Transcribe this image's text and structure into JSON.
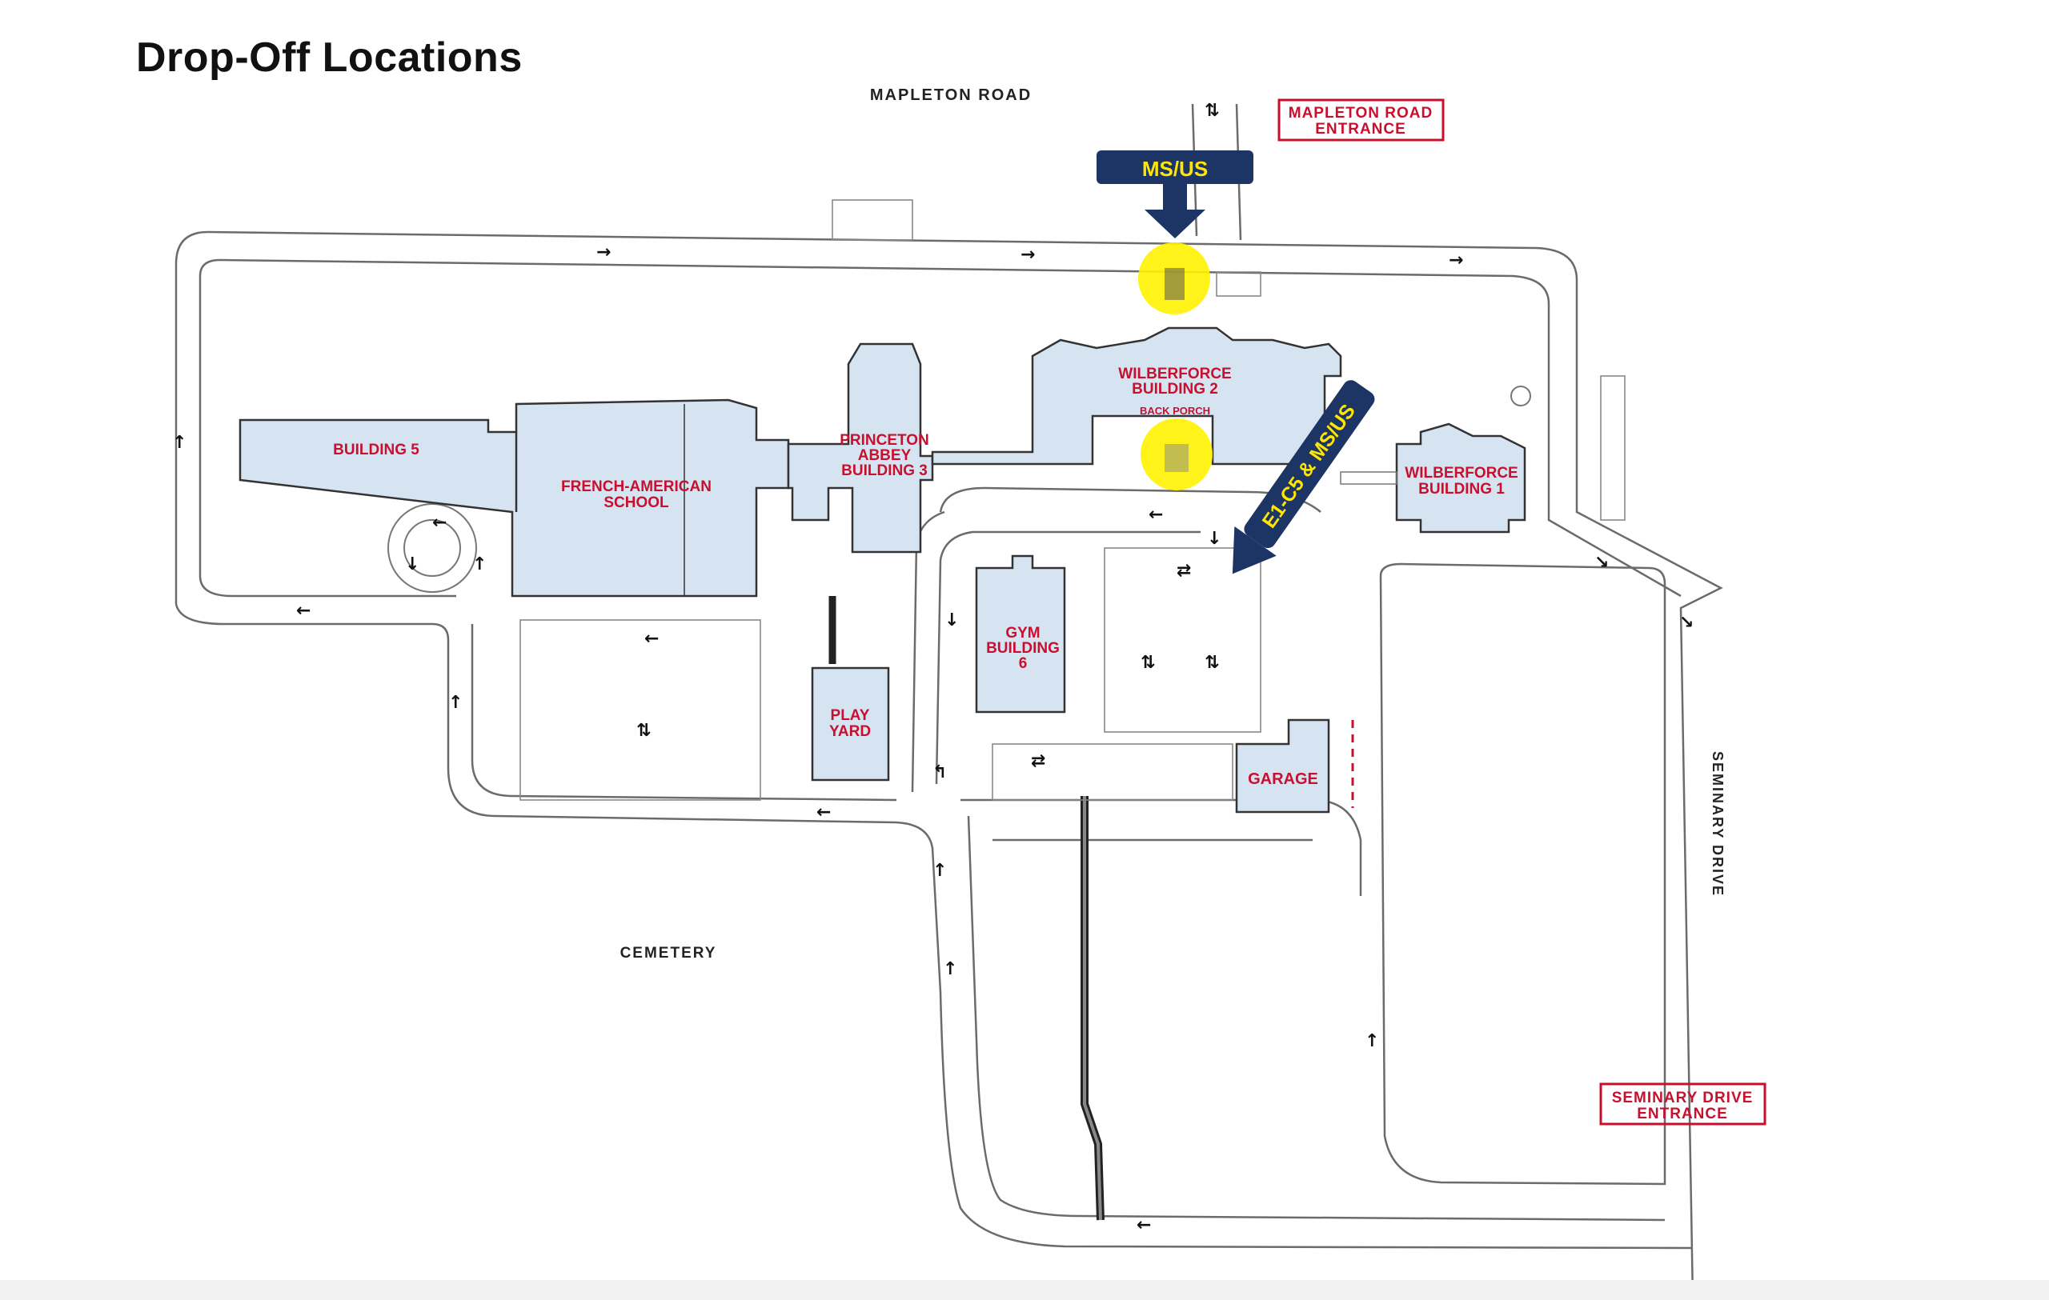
{
  "title": "Drop-Off Locations",
  "streets": {
    "north": "MAPLETON ROAD",
    "east": "SEMINARY DRIVE",
    "southwest": "CEMETERY"
  },
  "entrances": {
    "mapleton": [
      "MAPLETON ROAD",
      "ENTRANCE"
    ],
    "seminary": [
      "SEMINARY DRIVE",
      "ENTRANCE"
    ]
  },
  "buildings": {
    "b5": [
      "BUILDING 5"
    ],
    "french": [
      "FRENCH-AMERICAN",
      "SCHOOL"
    ],
    "princeton": [
      "PRINCETON",
      "ABBEY",
      "BUILDING 3"
    ],
    "wilberforce2": [
      "WILBERFORCE",
      "BUILDING 2"
    ],
    "back_porch": "BACK PORCH",
    "wilberforce1": [
      "WILBERFORCE",
      "BUILDING 1"
    ],
    "gym": [
      "GYM",
      "BUILDING",
      "6"
    ],
    "play_yard": [
      "PLAY",
      "YARD"
    ],
    "garage": [
      "GARAGE"
    ]
  },
  "dropoffs": {
    "north": "MS/US",
    "back": "E1-C5 & MS/US"
  },
  "colors": {
    "building_fill": "#d6e4f2",
    "label_red": "#c8102e",
    "callout_navy": "#1c3564",
    "callout_text": "#ffe600",
    "highlight": "#fff200"
  }
}
